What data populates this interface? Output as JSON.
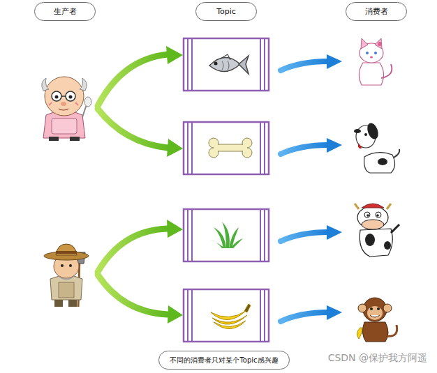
{
  "diagram": {
    "nodes": [
      {
        "text": [
          "生产者"
        ]
      },
      {
        "text": [
          "Topic"
        ]
      },
      {
        "text": [
          "消费者"
        ]
      },
      {
        "text": [
          "不同的消费者只对某个Topic感兴趣"
        ]
      }
    ],
    "labels": [
      "CSDN @保护我方阿遥"
    ]
  }
}
